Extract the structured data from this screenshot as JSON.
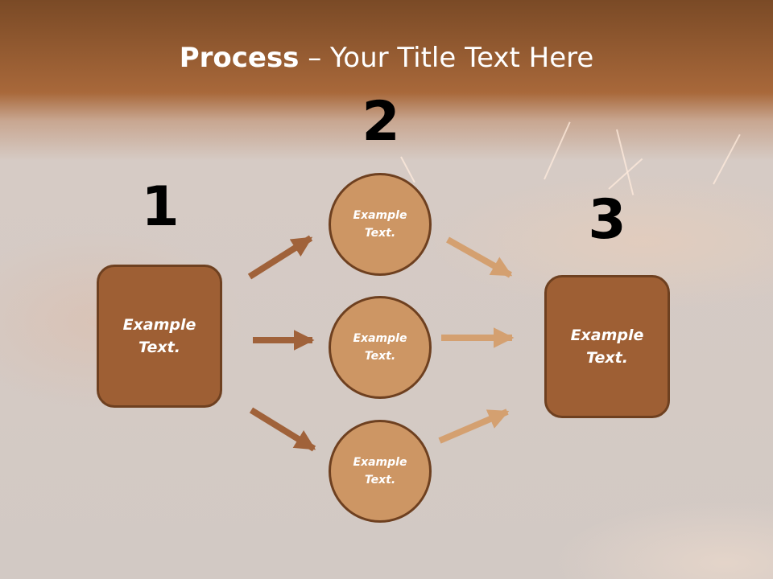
{
  "title": {
    "bold": "Process",
    "rest": " – Your Title Text Here"
  },
  "step_numbers": [
    "1",
    "2",
    "3"
  ],
  "left_box": {
    "text": "Example Text."
  },
  "circles": [
    {
      "text": "Example Text."
    },
    {
      "text": "Example Text."
    },
    {
      "text": "Example Text."
    }
  ],
  "right_box": {
    "text": "Example Text."
  },
  "colors": {
    "box_fill": "#9e5f34",
    "circle_fill": "#cd9664",
    "outline": "#6e4020",
    "arrow_dark": "#a0623a",
    "arrow_light": "#d4a070"
  }
}
